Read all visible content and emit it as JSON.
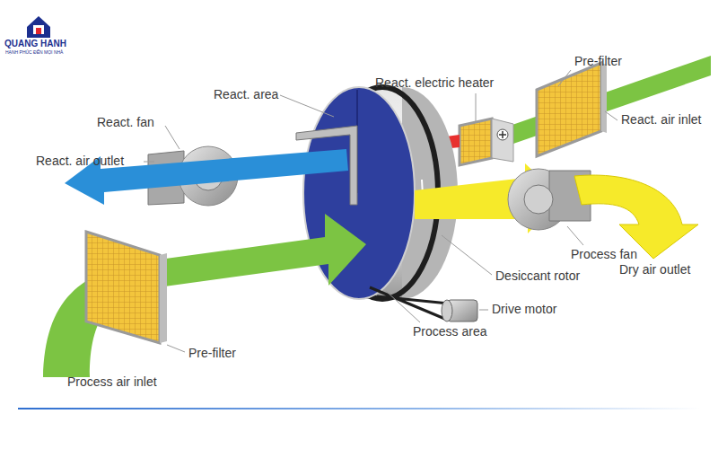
{
  "diagram": {
    "labels": [
      "QUANG HANH",
      "HẠNH PHÚC ĐẾN MỌI NHÀ",
      "React. area",
      "React. electric heater",
      "Pre-filter",
      "React. air inlet",
      "React. fan",
      "React. air outlet",
      "Process fan",
      "Dry air outlet",
      "Desiccant rotor",
      "Drive motor",
      "Process area",
      "Pre-filter",
      "Process air inlet"
    ]
  }
}
